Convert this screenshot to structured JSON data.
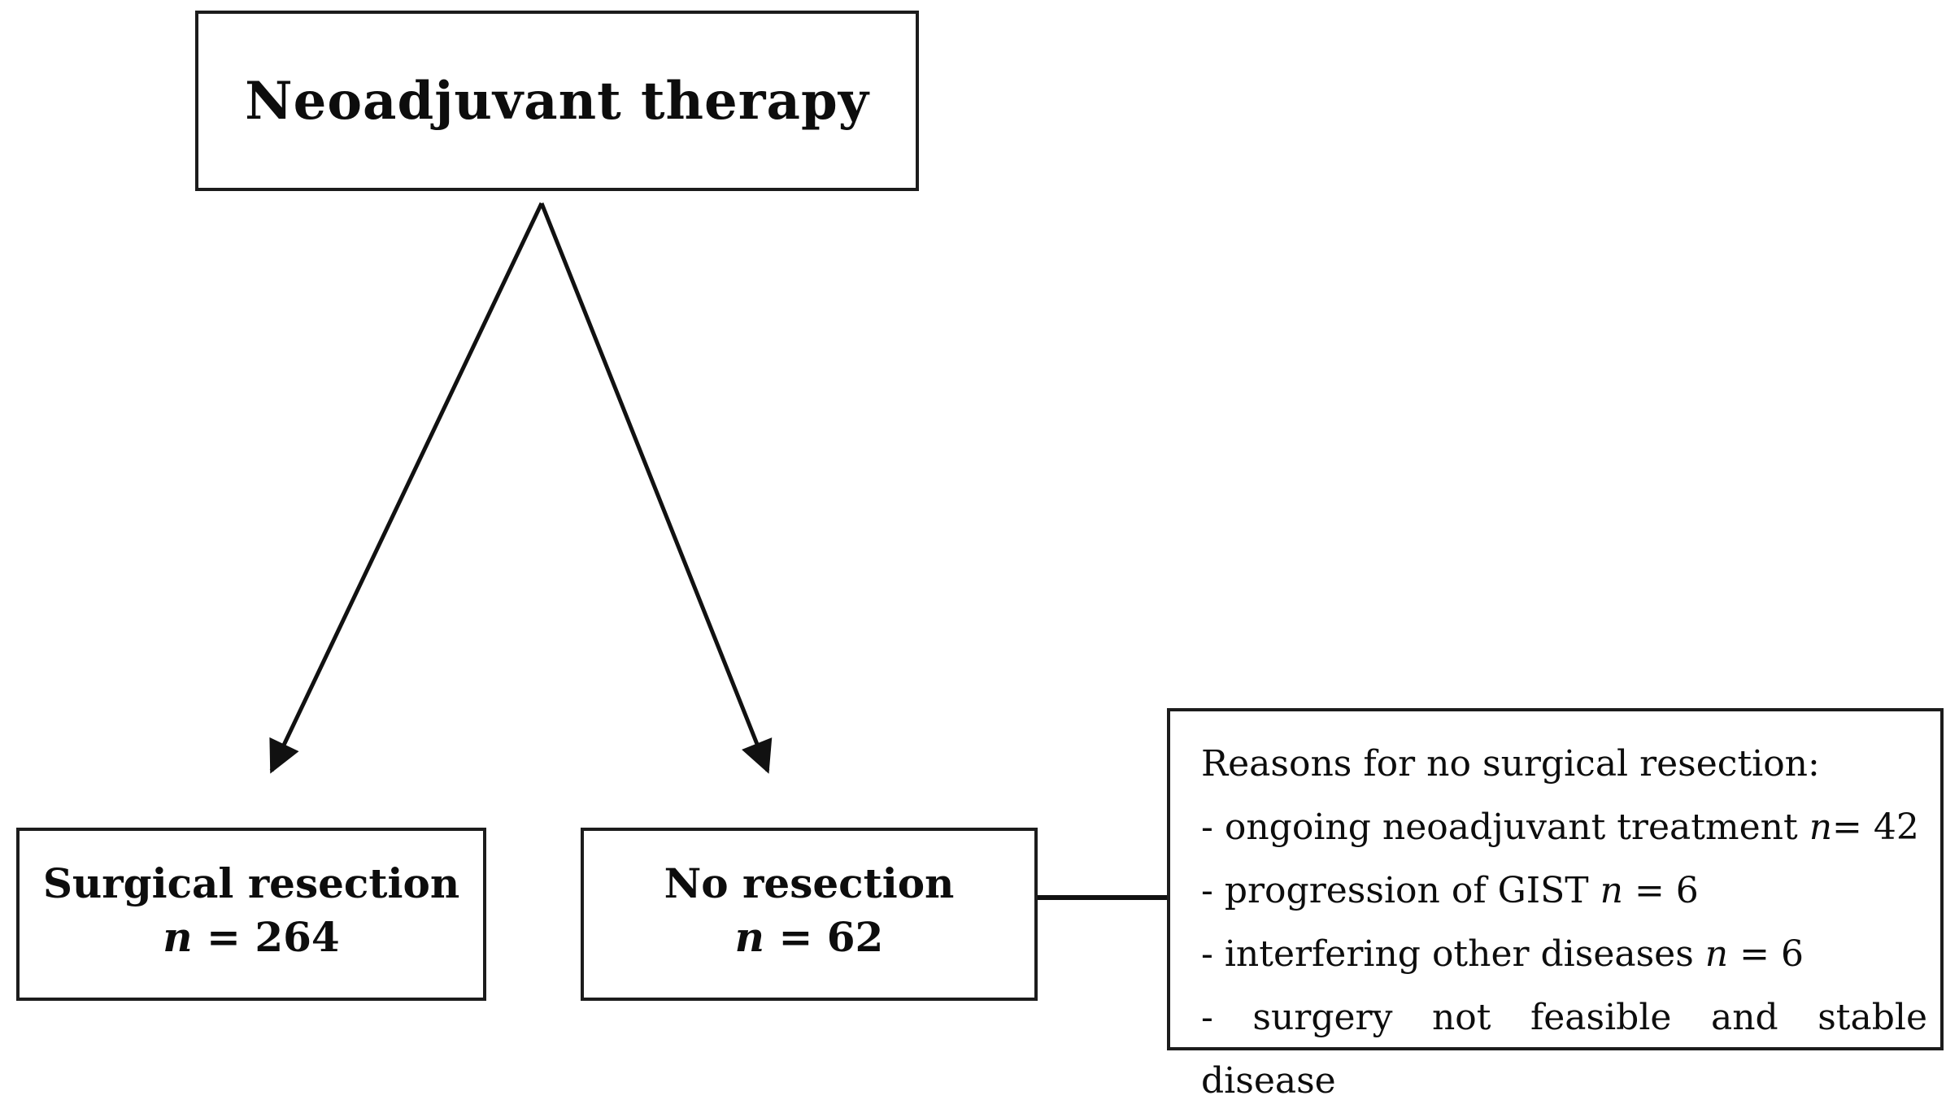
{
  "diagram": {
    "title_node": {
      "label": "Neoadjuvant therapy"
    },
    "surgical_node": {
      "label": "Surgical resection",
      "n_var": "n",
      "n_rest": " = 264"
    },
    "no_resection_node": {
      "label": "No resection",
      "n_var": "n",
      "n_rest": " = 62"
    },
    "reasons_node": {
      "title": "Reasons for no surgical resection:",
      "items": [
        {
          "pre": "- ongoing neoadjuvant treatment ",
          "var": "n",
          "post": "= 42"
        },
        {
          "pre": "- progression of GIST ",
          "var": "n",
          "post": " = 6"
        },
        {
          "pre": "- interfering other diseases ",
          "var": "n",
          "post": " = 6"
        },
        {
          "pre": "- surgery not feasible and stable disease",
          "var": "",
          "post": ""
        }
      ]
    },
    "colors": {
      "line": "#1c1c1c",
      "background": "#ffffff",
      "text": "#0d0d0d"
    }
  }
}
